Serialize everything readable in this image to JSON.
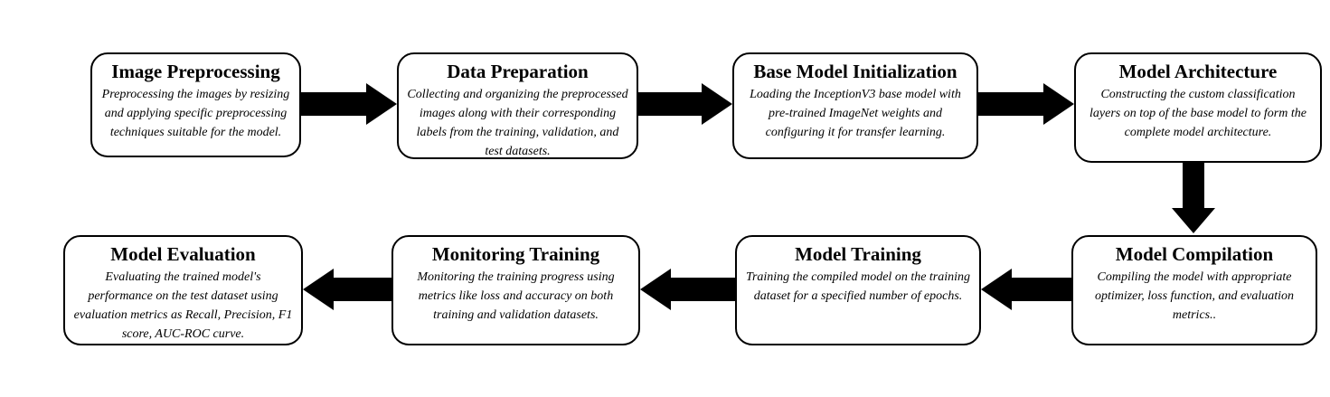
{
  "diagram": {
    "type": "flowchart",
    "colors": {
      "background": "#ffffff",
      "box_fill": "#ffffff",
      "box_border": "#000000",
      "arrow": "#000000",
      "text": "#000000"
    },
    "nodes": [
      {
        "id": "image-preprocessing",
        "title": "Image Preprocessing",
        "description": "Preprocessing the images by resizing and applying specific preprocessing techniques suitable for the model."
      },
      {
        "id": "data-preparation",
        "title": "Data Preparation",
        "description": "Collecting and organizing the preprocessed images along with their corresponding labels from the training, validation, and test datasets."
      },
      {
        "id": "base-model-initialization",
        "title": "Base Model Initialization",
        "description": "Loading the InceptionV3 base model with pre-trained ImageNet weights and configuring it for transfer learning."
      },
      {
        "id": "model-architecture",
        "title": "Model Architecture",
        "description": "Constructing the custom classification layers on top of the base model to form the complete model architecture."
      },
      {
        "id": "model-compilation",
        "title": "Model Compilation",
        "description": "Compiling the model with appropriate optimizer, loss function, and evaluation metrics.."
      },
      {
        "id": "model-training",
        "title": "Model Training",
        "description": "Training the compiled model on the training dataset for a specified number of epochs."
      },
      {
        "id": "monitoring-training",
        "title": "Monitoring Training",
        "description": "Monitoring the training progress using metrics like loss and accuracy on both training and validation datasets."
      },
      {
        "id": "model-evaluation",
        "title": "Model Evaluation",
        "description": "Evaluating the trained model's performance on the test dataset using evaluation metrics as Recall, Precision, F1 score, AUC-ROC curve."
      }
    ],
    "edges": [
      {
        "from": "image-preprocessing",
        "to": "data-preparation",
        "direction": "right"
      },
      {
        "from": "data-preparation",
        "to": "base-model-initialization",
        "direction": "right"
      },
      {
        "from": "base-model-initialization",
        "to": "model-architecture",
        "direction": "right"
      },
      {
        "from": "model-architecture",
        "to": "model-compilation",
        "direction": "down"
      },
      {
        "from": "model-compilation",
        "to": "model-training",
        "direction": "left"
      },
      {
        "from": "model-training",
        "to": "monitoring-training",
        "direction": "left"
      },
      {
        "from": "monitoring-training",
        "to": "model-evaluation",
        "direction": "left"
      }
    ]
  }
}
